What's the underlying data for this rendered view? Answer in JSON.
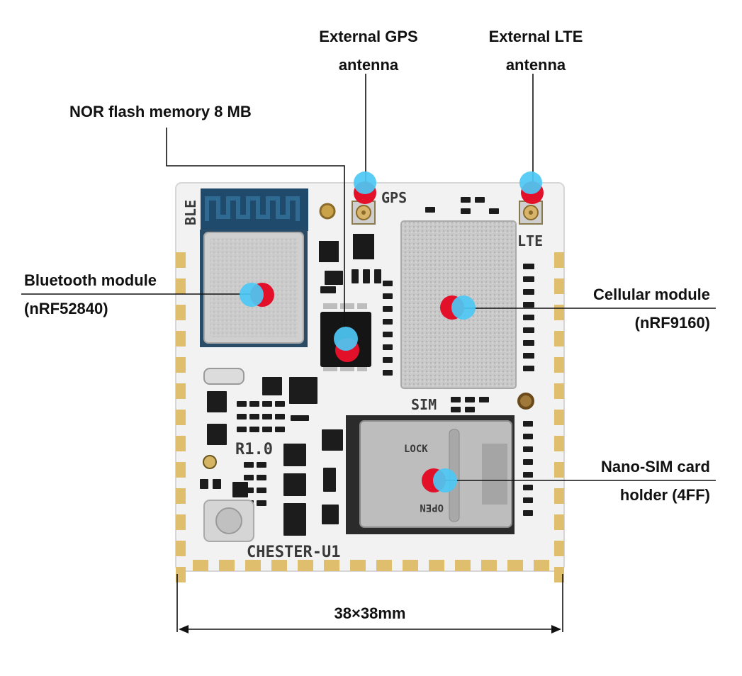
{
  "callouts": {
    "gps": {
      "line1": "External GPS",
      "line2": "antenna"
    },
    "lte": {
      "line1": "External LTE",
      "line2": "antenna"
    },
    "nor": {
      "line1": "NOR flash memory 8 MB"
    },
    "bluetooth": {
      "line1": "Bluetooth module",
      "line2": "(nRF52840)"
    },
    "cellular": {
      "line1": "Cellular module",
      "line2": "(nRF9160)"
    },
    "sim": {
      "line1": "Nano-SIM card",
      "line2": "holder (4FF)"
    }
  },
  "dimension": {
    "label": "38×38mm"
  },
  "board": {
    "silkscreen": {
      "ble": "BLE",
      "gps": "GPS",
      "lte": "LTE",
      "sim": "SIM",
      "revision": "R1.0",
      "name": "CHESTER-U1",
      "sim_lock": "LOCK",
      "sim_open": "OPEN"
    }
  },
  "colors": {
    "board": "#f1f2f2",
    "pad_gold": "#dfbe6e",
    "marker_red": "#e3102a",
    "marker_blue": "#4cc8f4",
    "leader_line": "#111111",
    "ble_antenna": "#1f4a6b"
  }
}
